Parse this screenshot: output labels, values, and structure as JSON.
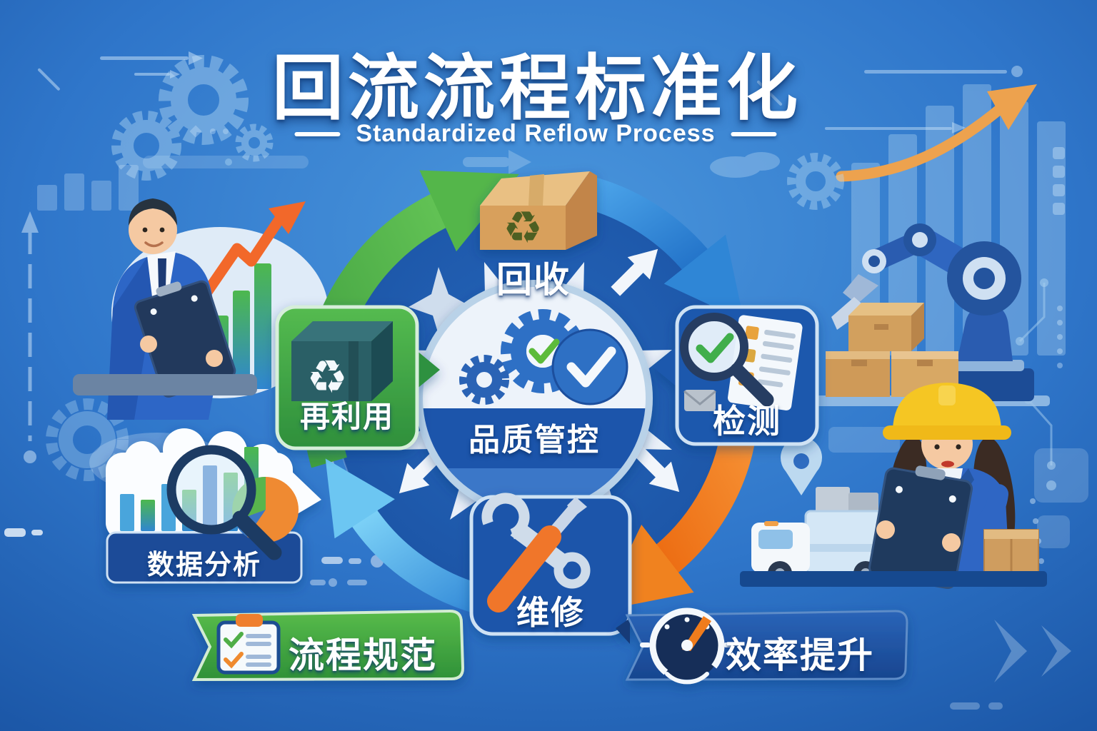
{
  "header": {
    "title": "回流流程标准化",
    "subtitle": "Standardized Reflow Process"
  },
  "cycle": {
    "center": {
      "label": "品质管控",
      "icons": [
        "gear-icon",
        "small-gear-icon",
        "check-circle-badge-icon",
        "green-check-icon"
      ]
    },
    "nodes": [
      {
        "id": "recycle",
        "position": "top",
        "label": "回收",
        "icon": "recycle-cardboard-box-icon"
      },
      {
        "id": "inspect",
        "position": "right",
        "label": "检测",
        "icon": "checklist-magnifier-check-icon"
      },
      {
        "id": "repair",
        "position": "bottom",
        "label": "维修",
        "icon": "crossed-wrench-screwdriver-icon"
      },
      {
        "id": "reuse",
        "position": "left",
        "label": "再利用",
        "icon": "reuse-box-recycle-icon"
      }
    ],
    "glyphs": {
      "recycle": "♻"
    },
    "arrows": [
      {
        "segment": "reuse-to-recycle",
        "color": "#52b44a"
      },
      {
        "segment": "recycle-to-inspect",
        "color": "#2f86d6"
      },
      {
        "segment": "inspect-to-repair",
        "color": "#f0791f"
      },
      {
        "segment": "repair-to-reuse",
        "color": "#56b7ec"
      }
    ]
  },
  "data_card": {
    "label": "数据分析",
    "icons": [
      "bar-chart-icon",
      "magnifier-icon",
      "pie-chart-icon"
    ]
  },
  "banners": [
    {
      "id": "process-standard",
      "label": "流程规范",
      "icon": "clipboard-checklist-icon",
      "color": "#3fa044"
    },
    {
      "id": "efficiency-boost",
      "label": "效率提升",
      "icon": "gauge-icon",
      "color": "#1e52a4"
    }
  ],
  "illustrations": [
    "businessman-with-clipboard",
    "growth-zigzag-arrow",
    "bar-chart-bubble",
    "robotic-arm",
    "cardboard-box-stack",
    "female-engineer-with-clipboard",
    "delivery-truck",
    "location-pin",
    "background-gears",
    "rising-trend-arrow"
  ],
  "colors": {
    "background_top": "#4a96dc",
    "background_bottom": "#1d5bac",
    "ring_disc": "#1e5cad",
    "arrow_green": "#52b44a",
    "arrow_blue": "#2f86d6",
    "arrow_orange": "#f0791f",
    "arrow_cyan": "#56b7ec",
    "banner_green": "#3fa044",
    "banner_blue": "#1e52a4",
    "accent_orange": "#f2682a",
    "card_blue": "#1d58ad",
    "card_green": "#3aa148"
  }
}
